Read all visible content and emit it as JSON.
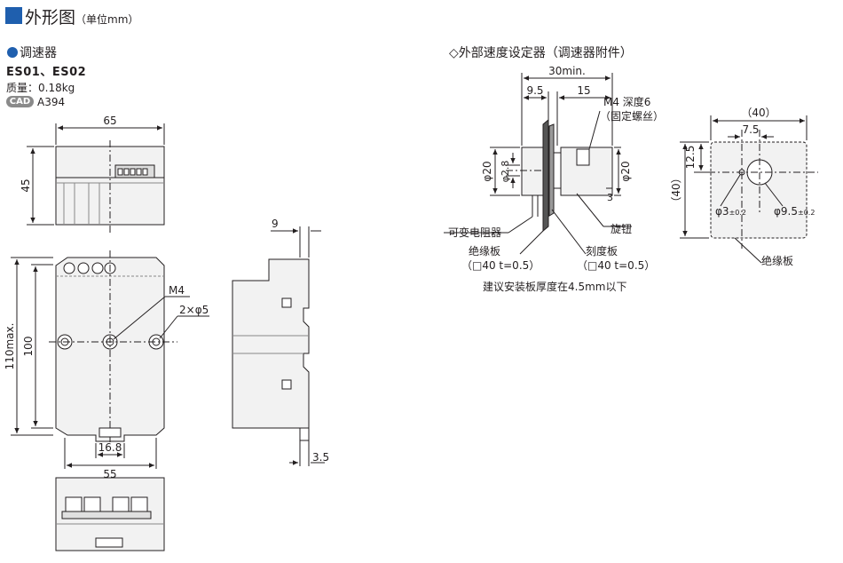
{
  "header": {
    "title": "外形图",
    "unit": "（单位mm）"
  },
  "controller": {
    "title": "调速器",
    "models": "ES01、ES02",
    "mass": "质量：0.18kg",
    "cad_badge": "CAD",
    "cad_code": "A394"
  },
  "external": {
    "title": "◇外部速度设定器（调速器附件）"
  },
  "dims": {
    "w65": "65",
    "h45": "45",
    "h110": "110max.",
    "h100": "100",
    "m4": "M4",
    "holes": "2×φ5",
    "d168": "16.8",
    "d55": "55",
    "d9": "9",
    "d35": "3.5",
    "d30": "30min.",
    "d95": "9.5",
    "d15": "15",
    "m4depth": "M4 深度6",
    "setscrew": "（固定螺丝）",
    "phi20a": "φ20",
    "phi28": "φ2.8",
    "phi20b": "φ20",
    "d3": "3",
    "resistor": "可变电阻器",
    "knob": "旋钮",
    "insulation": "绝缘板",
    "insulation_spec": "（□40  t=0.5）",
    "scale": "刻度板",
    "scale_spec": "（□40  t=0.5）",
    "recommend": "建议安装板厚度在4.5mm以下",
    "p40top": "（40）",
    "p75": "7.5",
    "p125": "12.5",
    "p40side": "（40）",
    "phi3": "φ3",
    "tol3": "±0.2",
    "phi95": "φ9.5",
    "tol95": "±0.2",
    "insulation2": "绝缘板"
  }
}
